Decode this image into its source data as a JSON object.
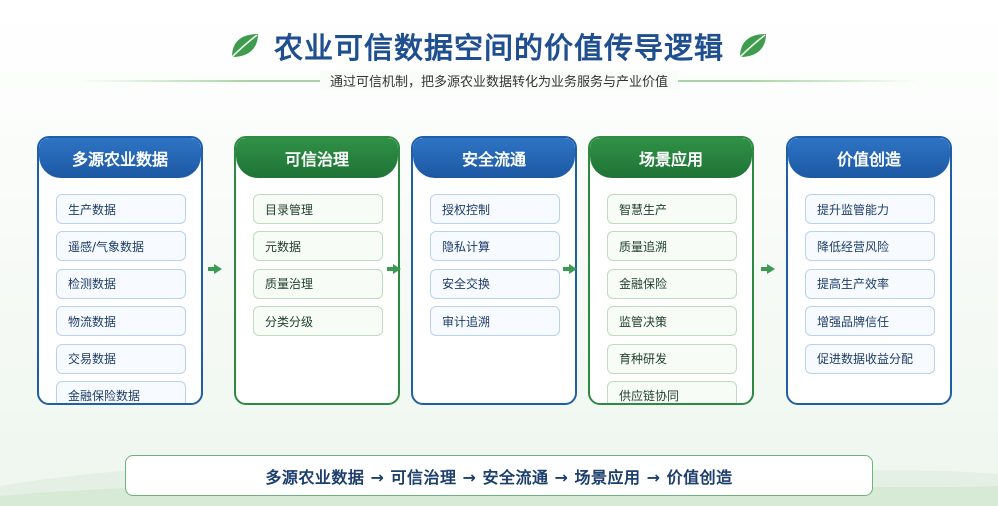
{
  "header": {
    "title": "农业可信数据空间的价值传导逻辑",
    "subtitle": "通过可信机制，把多源农业数据转化为业务服务与产业价值"
  },
  "colors": {
    "blue": "#1f5ea8",
    "green": "#2e8a43",
    "title": "#1f4f8f"
  },
  "columns": [
    {
      "title": "多源农业数据",
      "theme": "blue",
      "items": [
        "生产数据",
        "遥感/气象数据",
        "检测数据",
        "物流数据",
        "交易数据",
        "金融保险数据"
      ]
    },
    {
      "title": "可信治理",
      "theme": "green",
      "items": [
        "目录管理",
        "元数据",
        "质量治理",
        "分类分级"
      ]
    },
    {
      "title": "安全流通",
      "theme": "blue",
      "items": [
        "授权控制",
        "隐私计算",
        "安全交换",
        "审计追溯"
      ]
    },
    {
      "title": "场景应用",
      "theme": "green",
      "items": [
        "智慧生产",
        "质量追溯",
        "金融保险",
        "监管决策",
        "育种研发",
        "供应链协同"
      ]
    },
    {
      "title": "价值创造",
      "theme": "blue",
      "items": [
        "提升监管能力",
        "降低经营风险",
        "提高生产效率",
        "增强品牌信任",
        "促进数据收益分配"
      ]
    }
  ],
  "flow": {
    "text": "多源农业数据 → 可信治理 → 安全流通 → 场景应用 → 价值创造"
  },
  "icons": {
    "title_left": "leaf-icon",
    "title_right": "leaf-icon",
    "connector": "arrow-right-icon"
  }
}
